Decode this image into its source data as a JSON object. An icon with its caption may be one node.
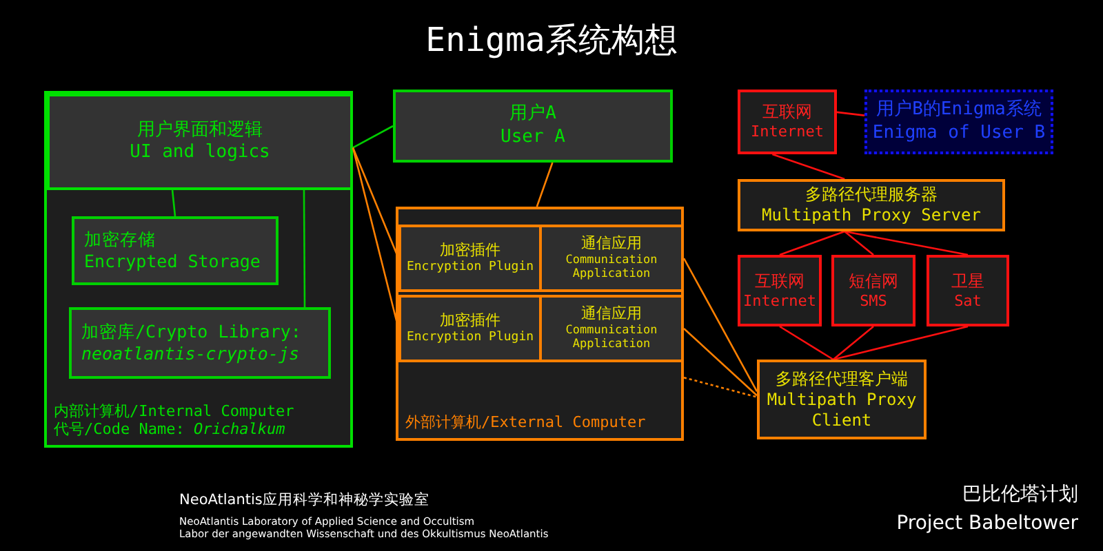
{
  "diagram": {
    "title": "Enigma系统构想",
    "nodes": [
      {
        "text": [
          "内部计算机/Internal Computer",
          "代号/Code Name: *Orichalkum*"
        ]
      },
      {
        "text": [
          "用户界面和逻辑",
          "UI and logics"
        ],
        "in": 0
      },
      {
        "text": [
          "加密存储",
          "Encrypted Storage"
        ],
        "in": 0
      },
      {
        "text": [
          "加密库/Crypto Library:",
          "neoatlantis-crypto-js"
        ],
        "in": 0
      },
      {
        "text": [
          "用户A",
          "User A"
        ]
      },
      {
        "text": [
          "外部计算机/External Computer"
        ]
      },
      {
        "text": [
          "加密插件",
          "Encryption Plugin"
        ],
        "in": 5
      },
      {
        "text": [
          "通信应用",
          "Communication Application"
        ],
        "in": 5
      },
      {
        "text": [
          "加密插件",
          "Encryption Plugin"
        ],
        "in": 5
      },
      {
        "text": [
          "通信应用",
          "Communication Application"
        ],
        "in": 5
      },
      {
        "text": [
          "互联网",
          "Internet"
        ]
      },
      {
        "text": [
          "用户B的Enigma系统",
          "Enigma of User B"
        ]
      },
      {
        "text": [
          "多路径代理服务器",
          "Multipath Proxy Server"
        ]
      },
      {
        "text": [
          "互联网",
          "Internet"
        ]
      },
      {
        "text": [
          "短信网",
          "SMS"
        ]
      },
      {
        "text": [
          "卫星",
          "Sat"
        ]
      },
      {
        "text": [
          "多路径代理客户端",
          "Multipath Proxy Client"
        ]
      }
    ],
    "edges": [
      {
        "from": 1,
        "to": 4,
        "arrow": "none",
        "color": "#00cc00"
      },
      {
        "from": 1,
        "to": 2,
        "arrow": "none",
        "color": "#00cc00"
      },
      {
        "from": 1,
        "to": 3,
        "arrow": "none",
        "color": "#00cc00"
      },
      {
        "from": 1,
        "to": 6,
        "arrow": "none",
        "color": "#ff8000"
      },
      {
        "from": 1,
        "to": 8,
        "arrow": "none",
        "color": "#ff8000"
      },
      {
        "from": 4,
        "to": 5,
        "arrow": "none",
        "color": "#ff8000"
      },
      {
        "from": 7,
        "to": 16,
        "arrow": "none",
        "color": "#ff8000"
      },
      {
        "from": 9,
        "to": 16,
        "arrow": "none",
        "color": "#ff8000"
      },
      {
        "from": 5,
        "to": 16,
        "arrow": "none",
        "style": "dashed",
        "color": "#ff8000"
      },
      {
        "from": 10,
        "to": 11,
        "arrow": "none"
      },
      {
        "from": 10,
        "to": 12,
        "arrow": "none"
      },
      {
        "from": 12,
        "to": 13,
        "arrow": "none"
      },
      {
        "from": 12,
        "to": 14,
        "arrow": "none"
      },
      {
        "from": 12,
        "to": 15,
        "arrow": "none"
      },
      {
        "from": 13,
        "to": 16,
        "arrow": "none"
      },
      {
        "from": 14,
        "to": 16,
        "arrow": "none"
      },
      {
        "from": 15,
        "to": 16,
        "arrow": "none"
      }
    ],
    "labels": [
      "NeoAtlantis应用科学和神秘学实验室",
      "NeoAtlantis Laboratory of Applied Science and Occultism",
      "Labor der angewandten Wissenschaft und des Okkultismus NeoAtlantis",
      "巴比伦塔计划",
      "Project Babeltower"
    ]
  }
}
